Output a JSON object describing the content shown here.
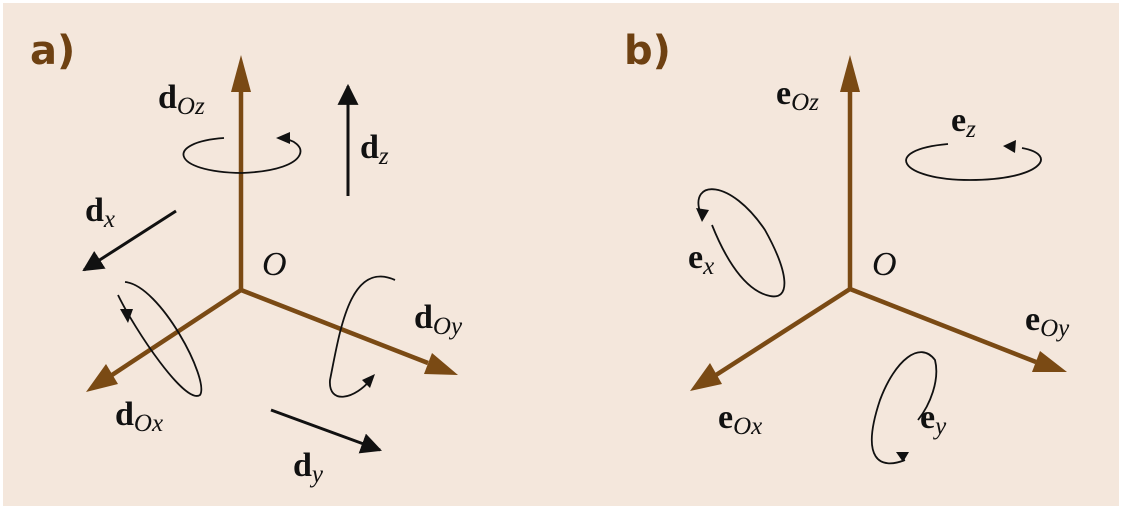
{
  "colors": {
    "background": "#f4e7dc",
    "axis": "#7a4a14",
    "text": "#111111"
  },
  "panels": [
    {
      "label": "a)",
      "origin_label": "O",
      "vectors": [
        {
          "base": "d",
          "sub": "Oz"
        },
        {
          "base": "d",
          "sub": "z"
        },
        {
          "base": "d",
          "sub": "x"
        },
        {
          "base": "d",
          "sub": "Oy"
        },
        {
          "base": "d",
          "sub": "Ox"
        },
        {
          "base": "d",
          "sub": "y"
        }
      ]
    },
    {
      "label": "b)",
      "origin_label": "O",
      "vectors": [
        {
          "base": "e",
          "sub": "Oz"
        },
        {
          "base": "e",
          "sub": "z"
        },
        {
          "base": "e",
          "sub": "x"
        },
        {
          "base": "e",
          "sub": "Oy"
        },
        {
          "base": "e",
          "sub": "Ox"
        },
        {
          "base": "e",
          "sub": "y"
        }
      ]
    }
  ]
}
